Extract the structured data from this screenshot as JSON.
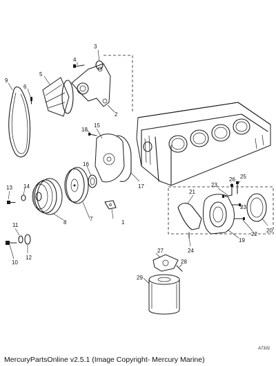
{
  "figure_id": "A7101",
  "footer": "MercuryPartsOnline v2.5.1 (Image Copyright- Mercury Marine)",
  "callouts": [
    "1",
    "2",
    "3",
    "4",
    "5",
    "6",
    "7",
    "8",
    "9",
    "10",
    "11",
    "12",
    "13",
    "14",
    "15",
    "16",
    "17",
    "18",
    "19",
    "20",
    "21",
    "22",
    "23",
    "23",
    "24",
    "25",
    "26",
    "27",
    "28",
    "29"
  ]
}
